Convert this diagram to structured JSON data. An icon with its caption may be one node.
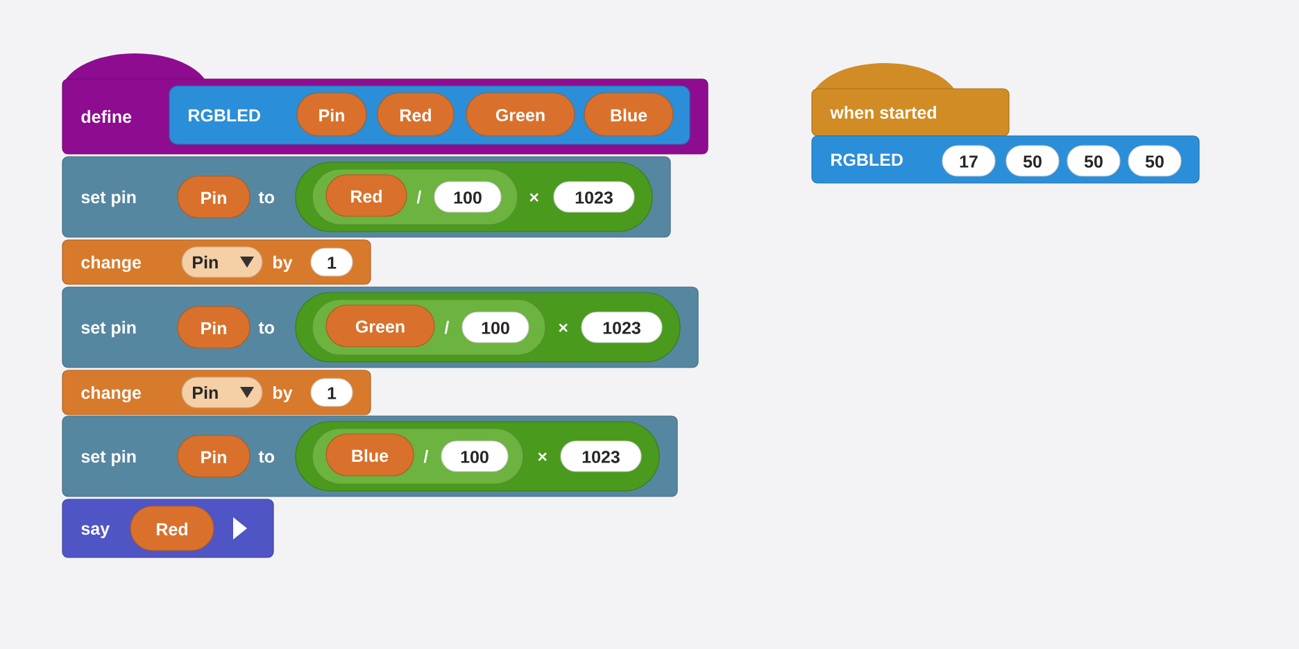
{
  "diagram": {
    "nodes": [
      {
        "text": [
          "define"
        ]
      },
      {
        "text": [
          "RGBLED"
        ],
        "in": 0
      },
      {
        "text": [
          "Pin"
        ],
        "in": 1
      },
      {
        "text": [
          "Red"
        ],
        "in": 1
      },
      {
        "text": [
          "Green"
        ],
        "in": 1
      },
      {
        "text": [
          "Blue"
        ],
        "in": 1
      },
      {
        "text": [
          "set pin",
          "to"
        ]
      },
      {
        "text": [
          "Pin"
        ],
        "in": 6
      },
      {
        "text": [
          "×"
        ],
        "in": 6
      },
      {
        "text": [
          "/"
        ],
        "in": 8
      },
      {
        "text": [
          "Red"
        ],
        "in": 9
      },
      {
        "text": [
          "100"
        ],
        "in": 9
      },
      {
        "text": [
          "1023"
        ],
        "in": 8
      },
      {
        "text": [
          "change",
          "by"
        ]
      },
      {
        "text": [
          "Pin"
        ],
        "in": 13
      },
      {
        "text": [
          "1"
        ],
        "in": 13
      },
      {
        "text": [
          "set pin",
          "to"
        ]
      },
      {
        "text": [
          "Pin"
        ],
        "in": 16
      },
      {
        "text": [
          "×"
        ],
        "in": 16
      },
      {
        "text": [
          "/"
        ],
        "in": 18
      },
      {
        "text": [
          "Green"
        ],
        "in": 19
      },
      {
        "text": [
          "100"
        ],
        "in": 19
      },
      {
        "text": [
          "1023"
        ],
        "in": 18
      },
      {
        "text": [
          "change",
          "by"
        ]
      },
      {
        "text": [
          "Pin"
        ],
        "in": 23
      },
      {
        "text": [
          "1"
        ],
        "in": 23
      },
      {
        "text": [
          "set pin",
          "to"
        ]
      },
      {
        "text": [
          "Pin"
        ],
        "in": 26
      },
      {
        "text": [
          "×"
        ],
        "in": 26
      },
      {
        "text": [
          "/"
        ],
        "in": 28
      },
      {
        "text": [
          "Blue"
        ],
        "in": 29
      },
      {
        "text": [
          "100"
        ],
        "in": 29
      },
      {
        "text": [
          "1023"
        ],
        "in": 28
      },
      {
        "text": [
          "say"
        ]
      },
      {
        "text": [
          "Red"
        ],
        "in": 33
      },
      {
        "text": [
          "when started"
        ]
      },
      {
        "text": [
          "RGBLED"
        ]
      },
      {
        "text": [
          "17"
        ],
        "in": 36
      },
      {
        "text": [
          "50"
        ],
        "in": 36
      },
      {
        "text": [
          "50"
        ],
        "in": 36
      },
      {
        "text": [
          "50"
        ],
        "in": 36
      }
    ]
  }
}
